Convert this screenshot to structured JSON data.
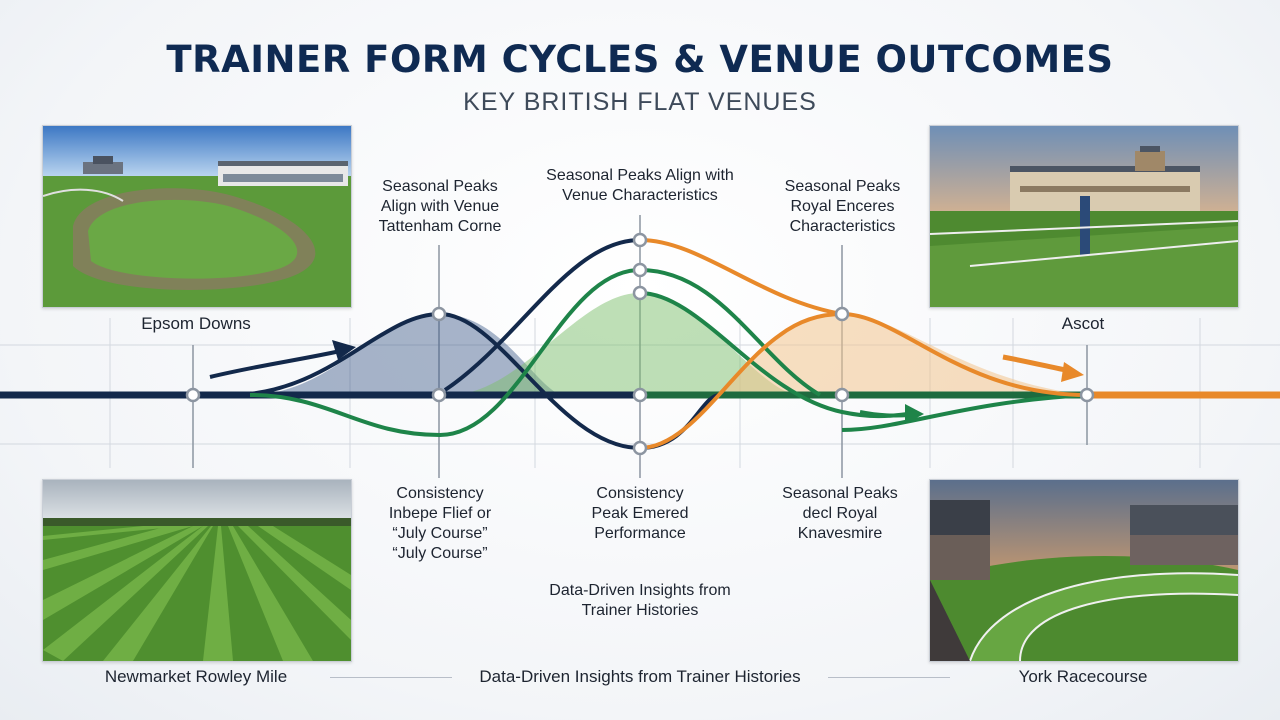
{
  "header": {
    "title": "TRAINER FORM CYCLES & VENUE OUTCOMES",
    "subtitle": "KEY BRITISH FLAT VENUES"
  },
  "venues": {
    "epsom": "Epsom Downs",
    "ascot": "Ascot",
    "newmarket": "Newmarket Rowley Mile",
    "york": "York Racecourse"
  },
  "annotations": {
    "top_1": "Seasonal Peaks\nAlign with Venue\nTattenham Corne",
    "top_2": "Seasonal Peaks Align with\nVenue Characteristics",
    "top_3": "Seasonal Peaks\nRoyal Enceres\nCharacteristics",
    "bottom_1": "Consistency\nInbepe Flief or\n“July Course”\n“July Course”",
    "bottom_2": "Consistency\nPeak Emered\nPerformance",
    "bottom_3": "Seasonal Peaks\ndecl Royal\nKnavesmire",
    "bottom_center": "Data-Driven Insights from\nTrainer Histories"
  },
  "footer": {
    "text": "Data-Driven Insights from Trainer Histories"
  },
  "colors": {
    "navy": "#13294b",
    "green": "#1e8449",
    "orange": "#e8892a",
    "title": "#0f2a52"
  }
}
